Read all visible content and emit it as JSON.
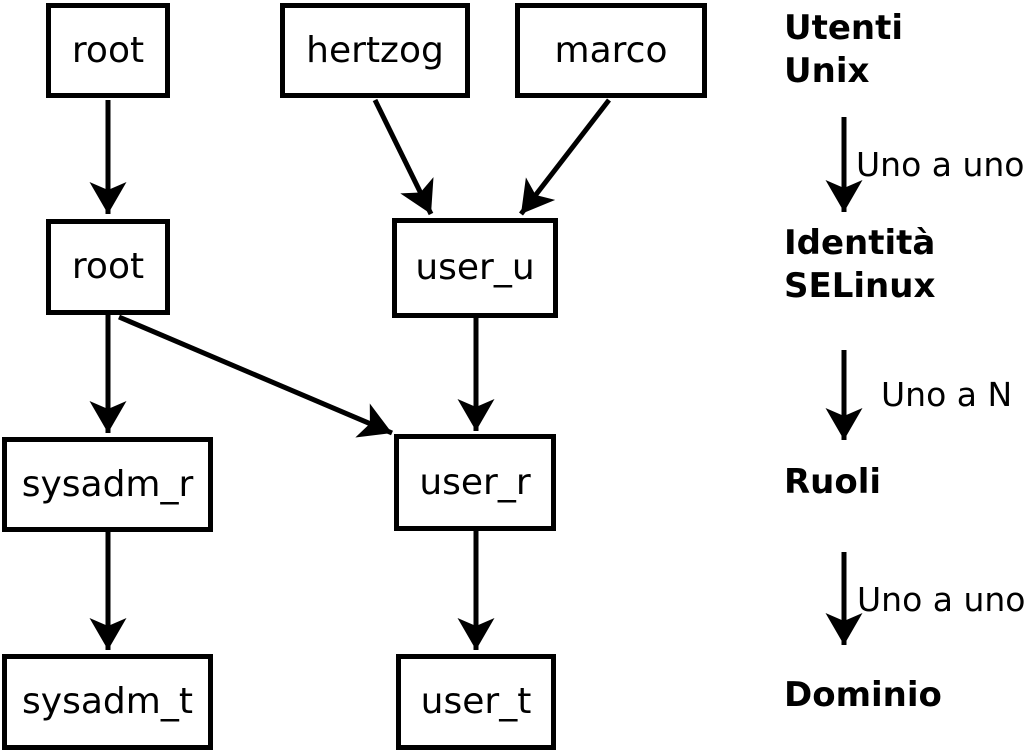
{
  "colors": {
    "ink": "#000000",
    "background": "#ffffff"
  },
  "boxes": {
    "unix_root": "root",
    "unix_hertzog": "hertzog",
    "unix_marco": "marco",
    "selinux_root": "root",
    "selinux_user_u": "user_u",
    "role_sysadm_r": "sysadm_r",
    "role_user_r": "user_r",
    "domain_sysadm_t": "sysadm_t",
    "domain_user_t": "user_t"
  },
  "legend": {
    "level1_line1": "Utenti",
    "level1_line2": "Unix",
    "arrow1_label": "Uno a uno",
    "level2_line1": "Identità",
    "level2_line2": "SELinux",
    "arrow2_label": "Uno a N",
    "level3": "Ruoli",
    "arrow3_label": "Uno a uno",
    "level4": "Dominio"
  }
}
